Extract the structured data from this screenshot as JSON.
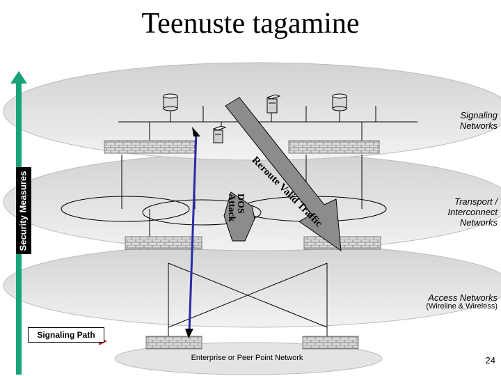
{
  "slide": {
    "title": "Teenuste tagamine",
    "page_number": "24"
  },
  "layers": {
    "signaling": "Signaling\nNetworks",
    "transport": "Transport /\nInterconnect\nNetworks",
    "access": "Access Networks",
    "access_sub": "(Wireline & Wireless)",
    "enterprise": "Enterprise or Peer Point Network"
  },
  "labels": {
    "security_measures": "Security Measures",
    "signaling_path": "Signaling Path",
    "reroute": "Reroute Valid Traffic",
    "dos_attack": "DOS\nAttack"
  },
  "colors": {
    "security_arrow": "#1aa37a",
    "signaling_path_line": "#2a2aa8",
    "signaling_path_arrow": "#cc2222",
    "layer_fill": "#e6e6e6",
    "reroute_arrow": "#8c8c8c"
  },
  "icons": [
    "database-icon",
    "server-icon",
    "firewall-icon"
  ]
}
